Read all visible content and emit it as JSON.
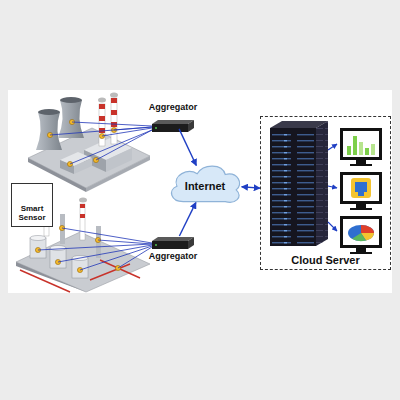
{
  "diagram": {
    "nodes": [
      {
        "text": [
          "Aggregator"
        ]
      },
      {
        "text": [
          "Cloud Server"
        ]
      },
      {
        "text": [
          "Internet"
        ]
      },
      {
        "text": [
          "Smart Sensor"
        ]
      },
      {
        "text": [
          "Aggregator"
        ]
      }
    ],
    "edges": [
      {
        "from": 0,
        "to": 2,
        "arrow": "to"
      },
      {
        "from": 4,
        "to": 2,
        "arrow": "to"
      },
      {
        "from": 2,
        "to": 1,
        "arrow": "both"
      }
    ]
  }
}
